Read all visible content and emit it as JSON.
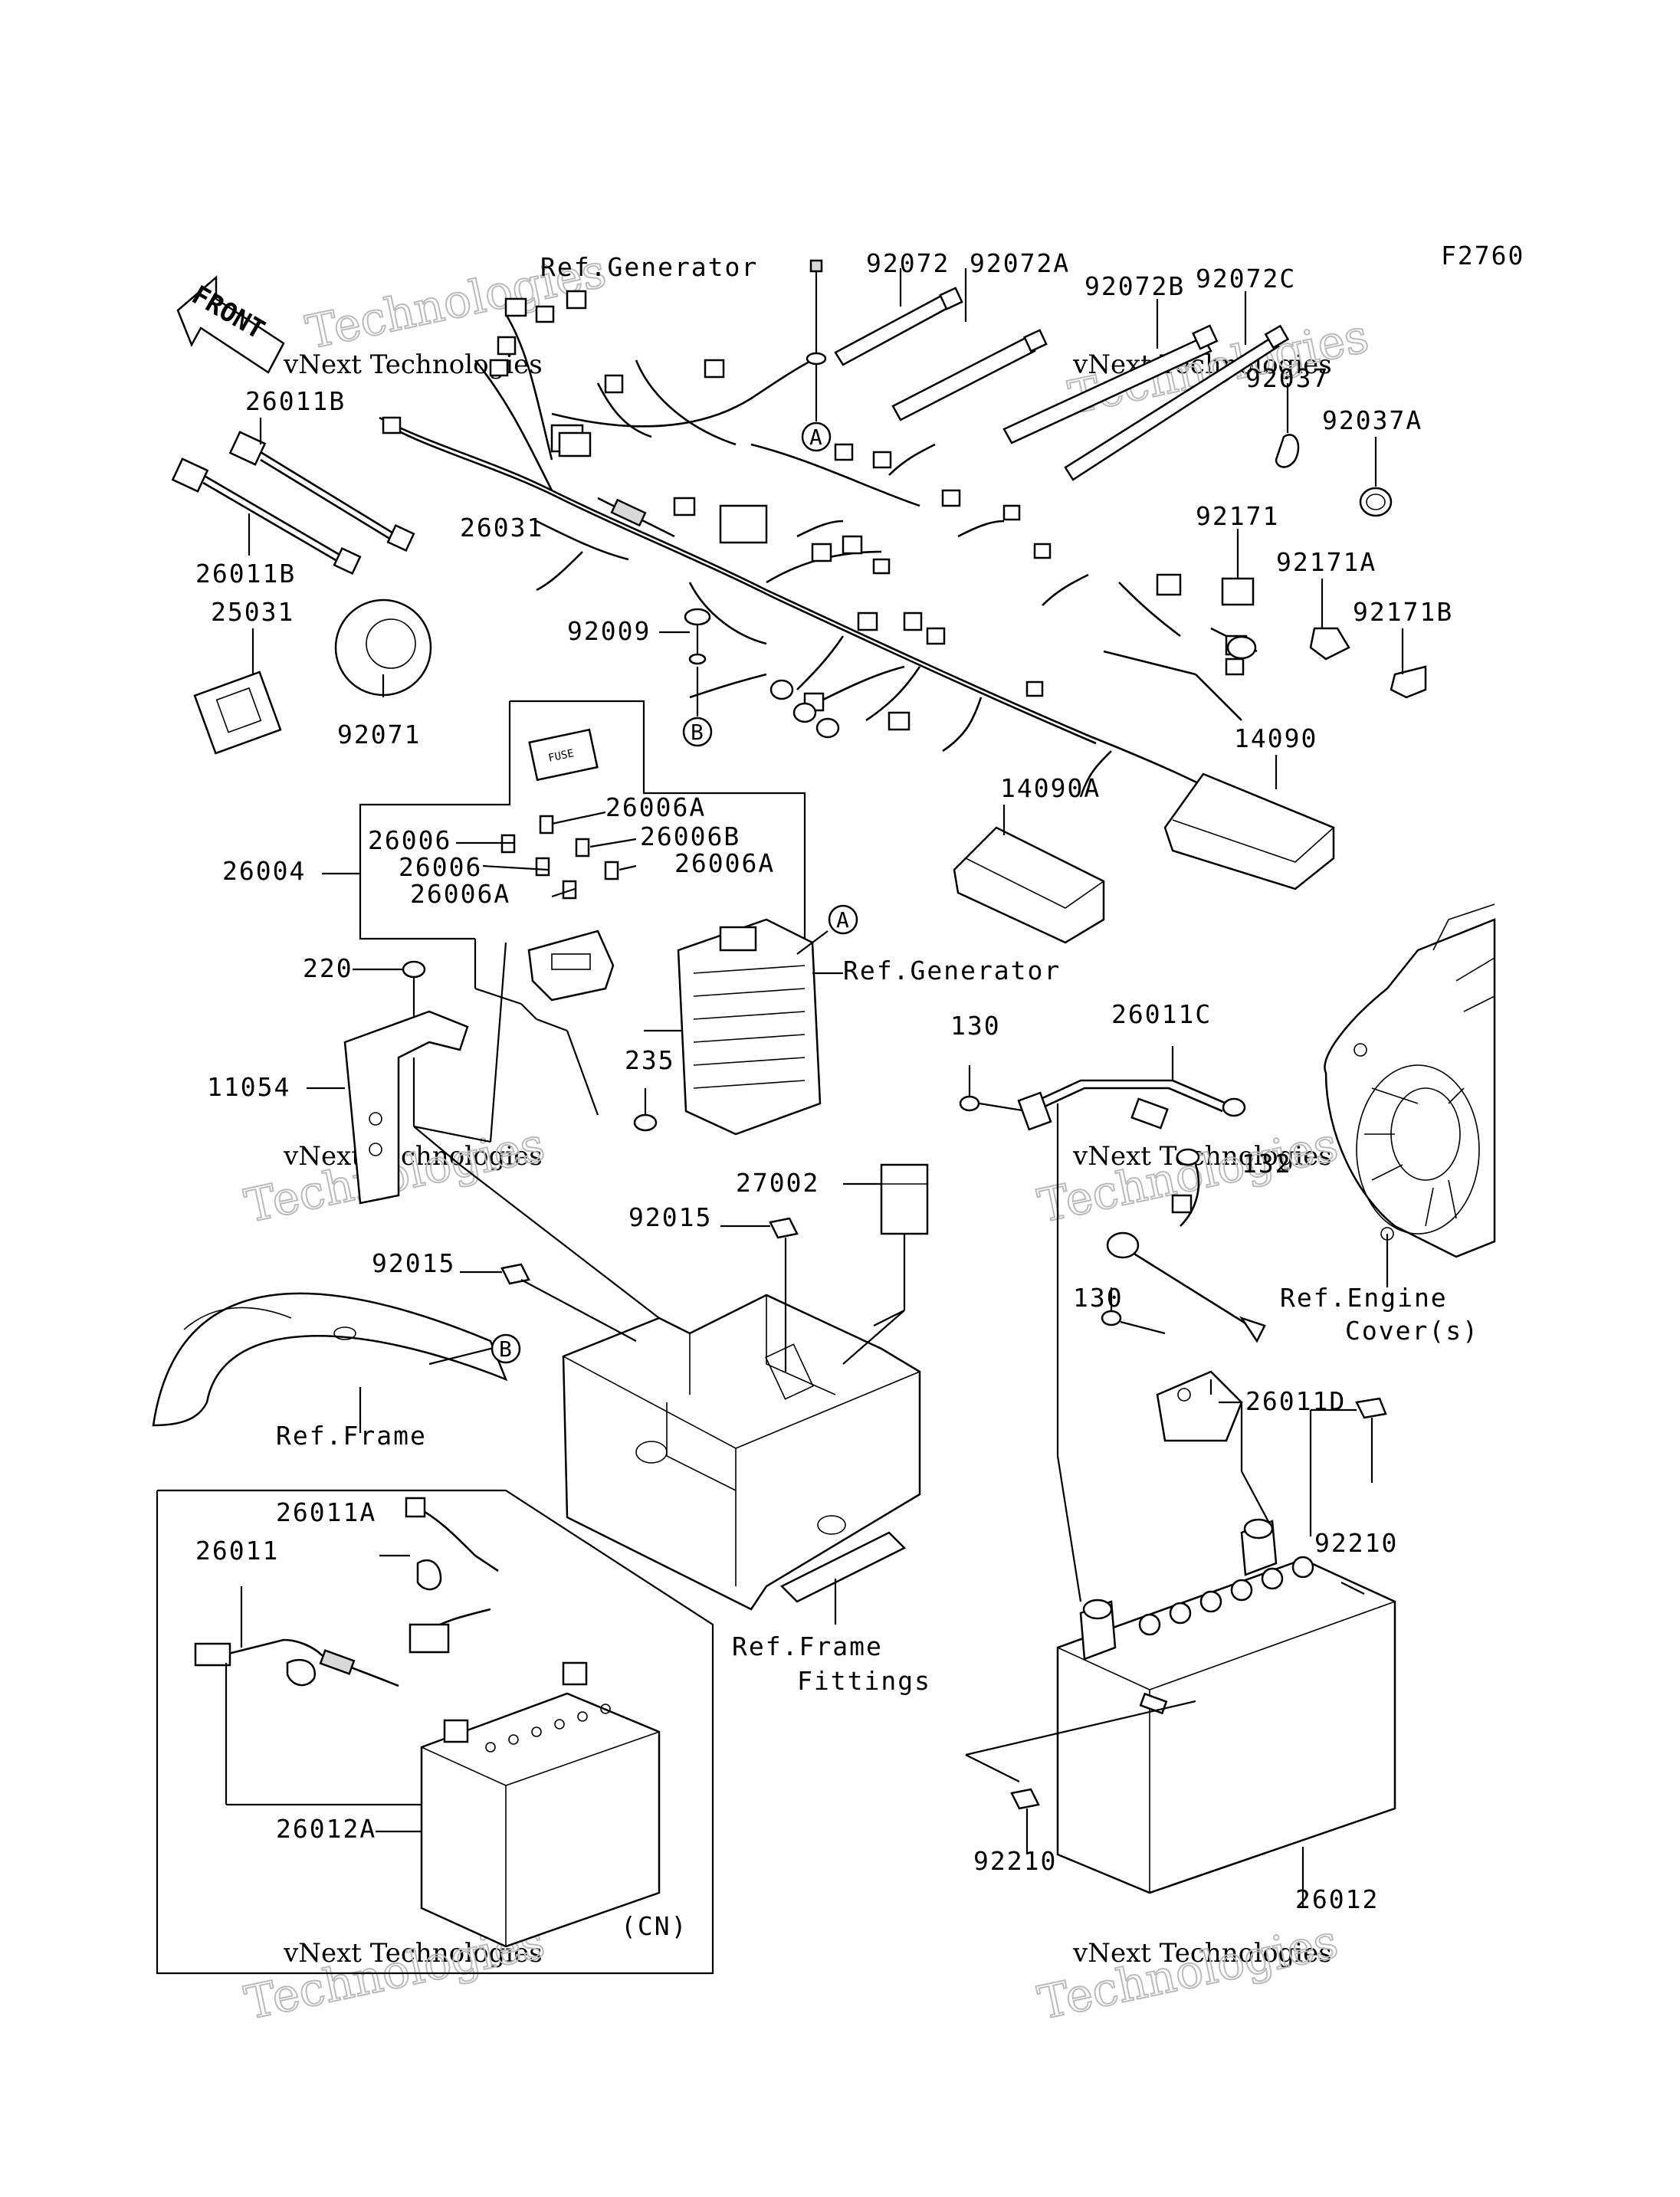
{
  "figure_code": "F2760",
  "front_label": "FRONT",
  "watermark_line1": "vNext Technologies",
  "watermark_line2": "Technologies",
  "callouts": {
    "a": "A",
    "b": "B"
  },
  "parts": {
    "ref_generator_top": "Ref.Generator",
    "p92072": "92072",
    "p92072A": "92072A",
    "p92072B": "92072B",
    "p92072C": "92072C",
    "p92037": "92037",
    "p92037A": "92037A",
    "p26011B_top": "26011B",
    "p26011B_bottom": "26011B",
    "p26031": "26031",
    "p92171": "92171",
    "p92171A": "92171A",
    "p92171B": "92171B",
    "p25031": "25031",
    "p92009": "92009",
    "p92071": "92071",
    "p14090": "14090",
    "p14090A": "14090A",
    "p26006A_1": "26006A",
    "p26006_1": "26006",
    "p26006B": "26006B",
    "p26004": "26004",
    "p26006_2": "26006",
    "p26006A_2": "26006A",
    "p26006A_3": "26006A",
    "ref_generator_mid": "Ref.Generator",
    "p220": "220",
    "p130_top": "130",
    "p26011C": "26011C",
    "p11054": "11054",
    "p235": "235",
    "p132": "132",
    "p27002": "27002",
    "p92015_top": "92015",
    "p92015_left": "92015",
    "ref_engine_cover_1": "Ref.Engine",
    "ref_engine_cover_2": "Cover(s)",
    "p130_mid": "130",
    "p26011D": "26011D",
    "ref_frame": "Ref.Frame",
    "p26011A": "26011A",
    "p26011": "26011",
    "p92210_right": "92210",
    "ref_frame_fittings_1": "Ref.Frame",
    "ref_frame_fittings_2": "Fittings",
    "p26012A": "26012A",
    "p92210_bottom": "92210",
    "cn_label": "(CN)",
    "p26012": "26012"
  }
}
